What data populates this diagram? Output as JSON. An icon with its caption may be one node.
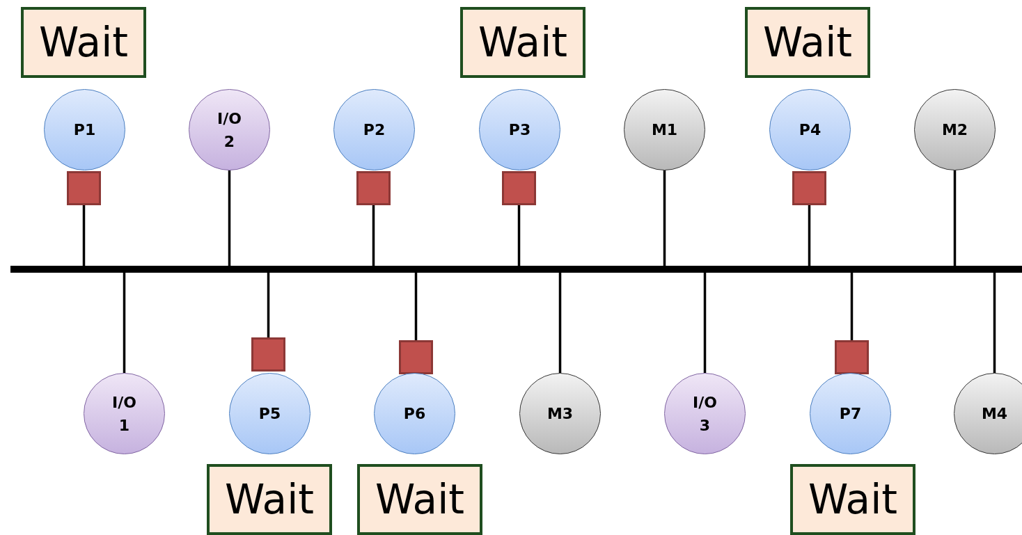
{
  "diagram": {
    "nodes": [
      {
        "text": [
          "Wait"
        ]
      },
      {
        "text": [
          "Wait"
        ]
      },
      {
        "text": [
          "Wait"
        ]
      },
      {
        "text": [
          "P1"
        ]
      },
      {
        "text": [
          "I/O 2"
        ]
      },
      {
        "text": [
          "P2"
        ]
      },
      {
        "text": [
          "P3"
        ]
      },
      {
        "text": [
          "M1"
        ]
      },
      {
        "text": [
          "P4"
        ]
      },
      {
        "text": [
          "M2"
        ]
      },
      {
        "text": [],
        "shape": "box"
      },
      {
        "text": [],
        "shape": "box"
      },
      {
        "text": [],
        "shape": "box"
      },
      {
        "text": [],
        "shape": "box"
      },
      {
        "text": [],
        "shape": "bar"
      },
      {
        "text": [],
        "shape": "box"
      },
      {
        "text": [],
        "shape": "box"
      },
      {
        "text": [],
        "shape": "box"
      },
      {
        "text": [
          "I/O 1"
        ]
      },
      {
        "text": [
          "P5"
        ]
      },
      {
        "text": [
          "P6"
        ]
      },
      {
        "text": [
          "M3"
        ]
      },
      {
        "text": [
          "I/O 3"
        ]
      },
      {
        "text": [
          "P7"
        ]
      },
      {
        "text": [
          "M4"
        ]
      },
      {
        "text": [
          "Wait"
        ]
      },
      {
        "text": [
          "Wait"
        ]
      },
      {
        "text": [
          "Wait"
        ]
      }
    ],
    "edges": [
      {
        "from": 10,
        "to": 14,
        "arrow": "none"
      },
      {
        "from": 4,
        "to": 14,
        "arrow": "none"
      },
      {
        "from": 11,
        "to": 14,
        "arrow": "none"
      },
      {
        "from": 12,
        "to": 14,
        "arrow": "none"
      },
      {
        "from": 7,
        "to": 14,
        "arrow": "none"
      },
      {
        "from": 13,
        "to": 14,
        "arrow": "none"
      },
      {
        "from": 9,
        "to": 14,
        "arrow": "none"
      },
      {
        "from": 18,
        "to": 14,
        "arrow": "none"
      },
      {
        "from": 15,
        "to": 14,
        "arrow": "none"
      },
      {
        "from": 16,
        "to": 14,
        "arrow": "none"
      },
      {
        "from": 21,
        "to": 14,
        "arrow": "none"
      },
      {
        "from": 22,
        "to": 14,
        "arrow": "none"
      },
      {
        "from": 17,
        "to": 14,
        "arrow": "none"
      },
      {
        "from": 24,
        "to": 14,
        "arrow": "none"
      }
    ]
  }
}
